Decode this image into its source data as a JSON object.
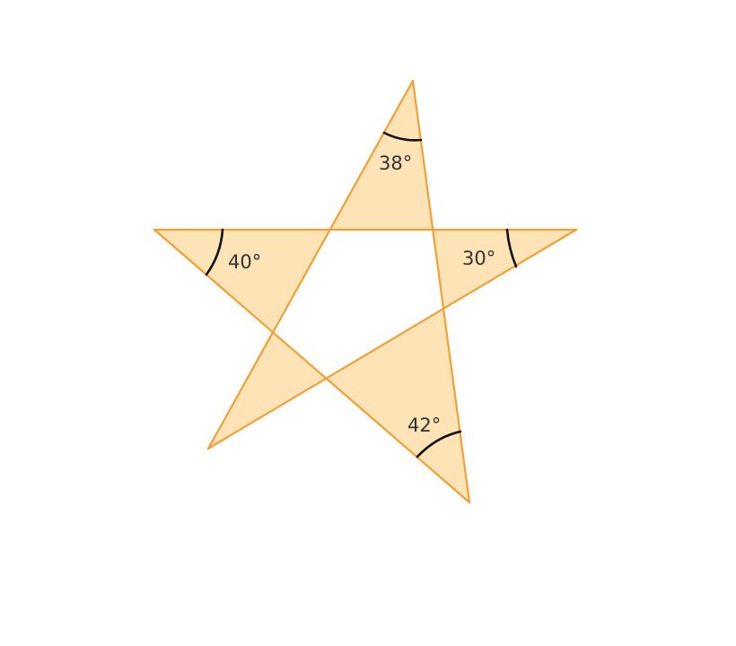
{
  "diagram": {
    "angles": {
      "top": "38°",
      "left": "40°",
      "right": "30°",
      "bottom_right": "42°"
    },
    "colors": {
      "fill": "#fde3b5",
      "stroke": "#f0a035",
      "arc": "#111111",
      "text": "#333333"
    }
  }
}
